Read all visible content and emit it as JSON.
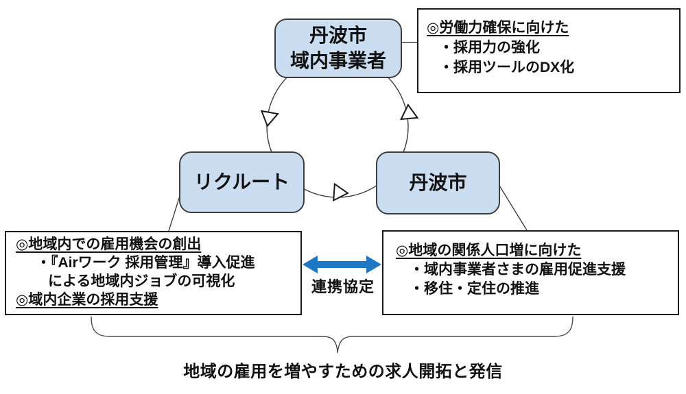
{
  "nodes": {
    "top": {
      "label": "丹波市\n域内事業者"
    },
    "left": {
      "label": "リクルート"
    },
    "right": {
      "label": "丹波市"
    }
  },
  "notes": {
    "top_right": {
      "heading": "◎労働力確保に向けた",
      "item1": "・採用力の強化",
      "item2": "・採用ツールのDX化"
    },
    "bottom_left": {
      "heading": "◎地域内での雇用機会の創出",
      "item1": "・『Airワーク 採用管理』導入促進",
      "item1_cont": "による地域内ジョブの可視化",
      "heading2": "◎域内企業の採用支援"
    },
    "bottom_right": {
      "heading": "◎地域の関係人口増に向けた",
      "item1": "・域内事業者さまの雇用促進支援",
      "item2": "・移住・定住の推進"
    }
  },
  "partnership_label": "連携協定",
  "caption": "地域の雇用を増やすための求人開拓と発信",
  "colors": {
    "node_fill": "#cbdef1",
    "node_border": "#3d3d3d",
    "arrow_blue": "#1f78c5",
    "line": "#404040"
  }
}
